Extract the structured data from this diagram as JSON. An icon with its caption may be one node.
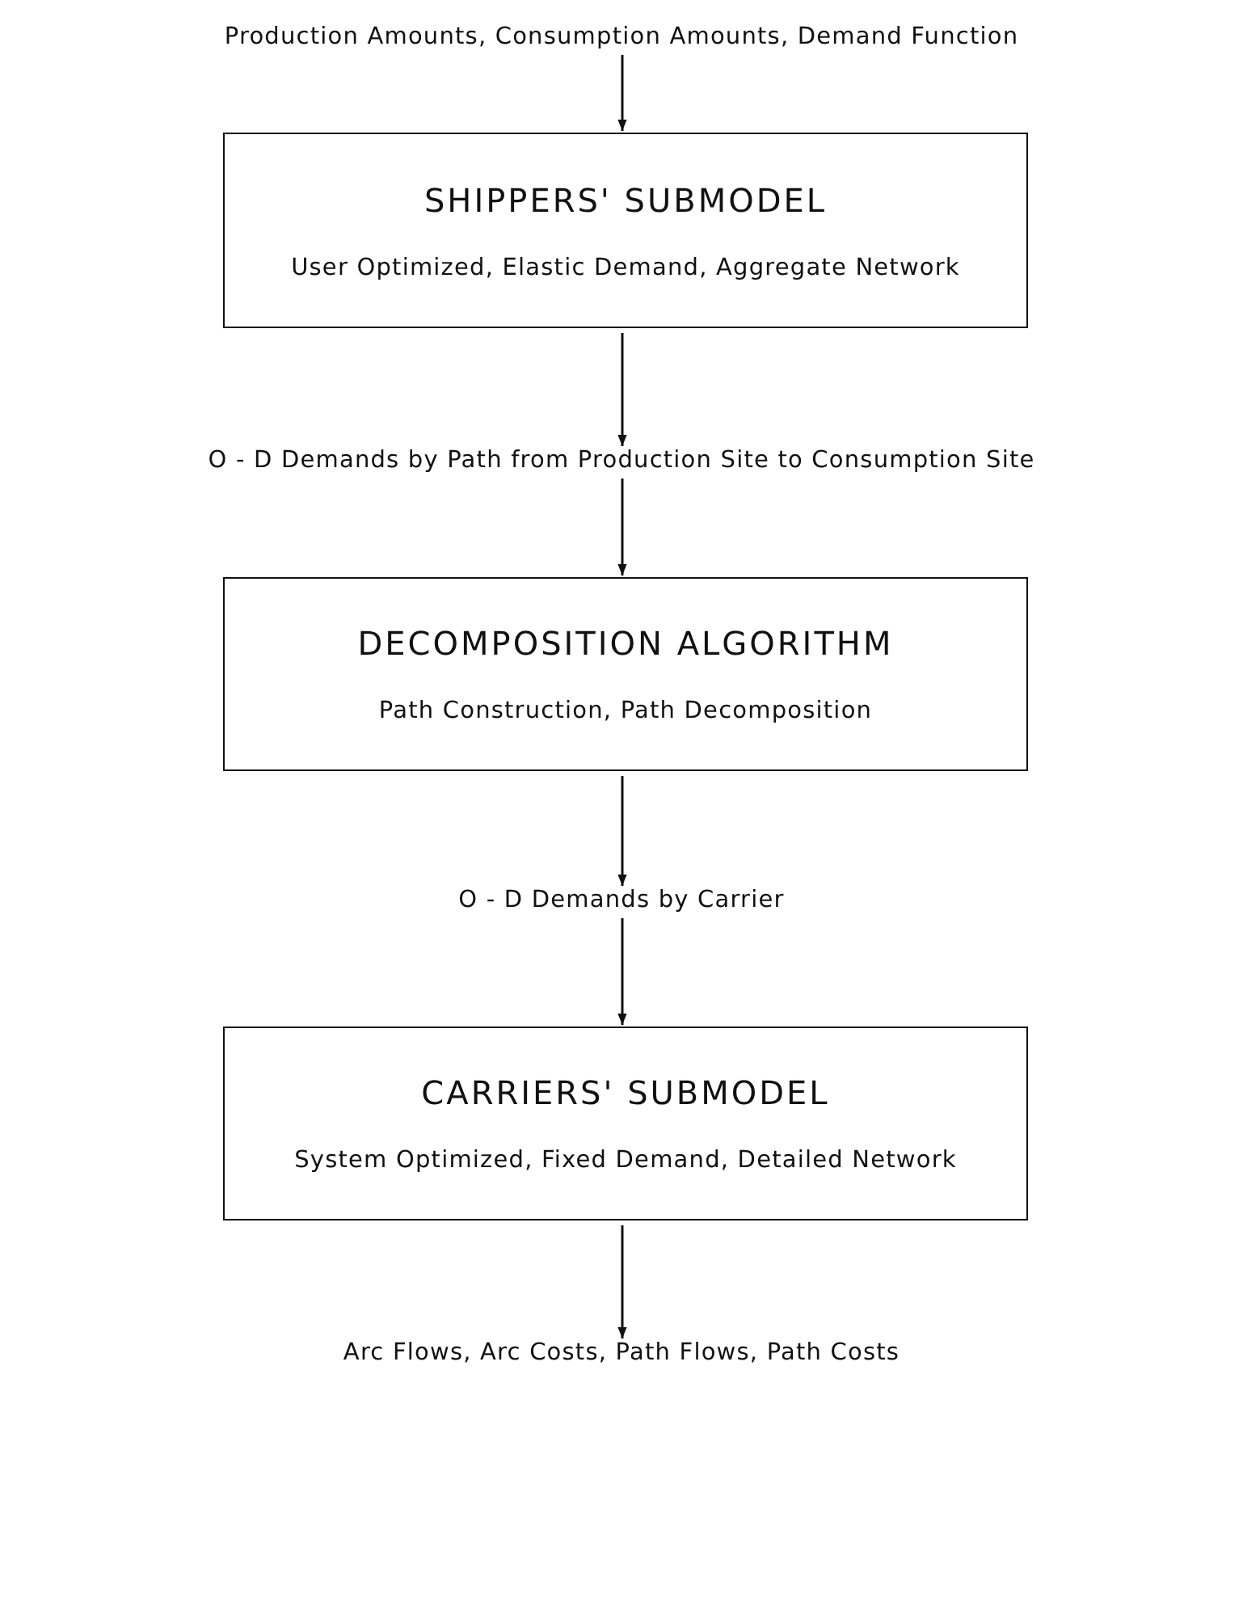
{
  "diagram": {
    "nodes": [
      {
        "text": [
          "Production Amounts, Consumption Amounts, Demand Function"
        ]
      },
      {
        "text": [
          "SHIPPERS' SUBMODEL",
          "User Optimized, Elastic Demand, Aggregate Network"
        ]
      },
      {
        "text": [
          "O - D Demands by Path from Production Site to Consumption Site"
        ]
      },
      {
        "text": [
          "DECOMPOSITION ALGORITHM",
          "Path Construction, Path Decomposition"
        ]
      },
      {
        "text": [
          "O - D Demands by Carrier"
        ]
      },
      {
        "text": [
          "CARRIERS' SUBMODEL",
          "System Optimized, Fixed Demand, Detailed Network"
        ]
      },
      {
        "text": [
          "Arc Flows, Arc Costs, Path Flows, Path Costs"
        ]
      }
    ],
    "edges": [
      {
        "from": 0,
        "to": 1,
        "arrow": "to"
      },
      {
        "from": 1,
        "to": 2,
        "arrow": "to"
      },
      {
        "from": 2,
        "to": 3,
        "arrow": "to"
      },
      {
        "from": 3,
        "to": 4,
        "arrow": "to"
      },
      {
        "from": 4,
        "to": 5,
        "arrow": "to"
      },
      {
        "from": 5,
        "to": 6,
        "arrow": "to"
      }
    ]
  }
}
